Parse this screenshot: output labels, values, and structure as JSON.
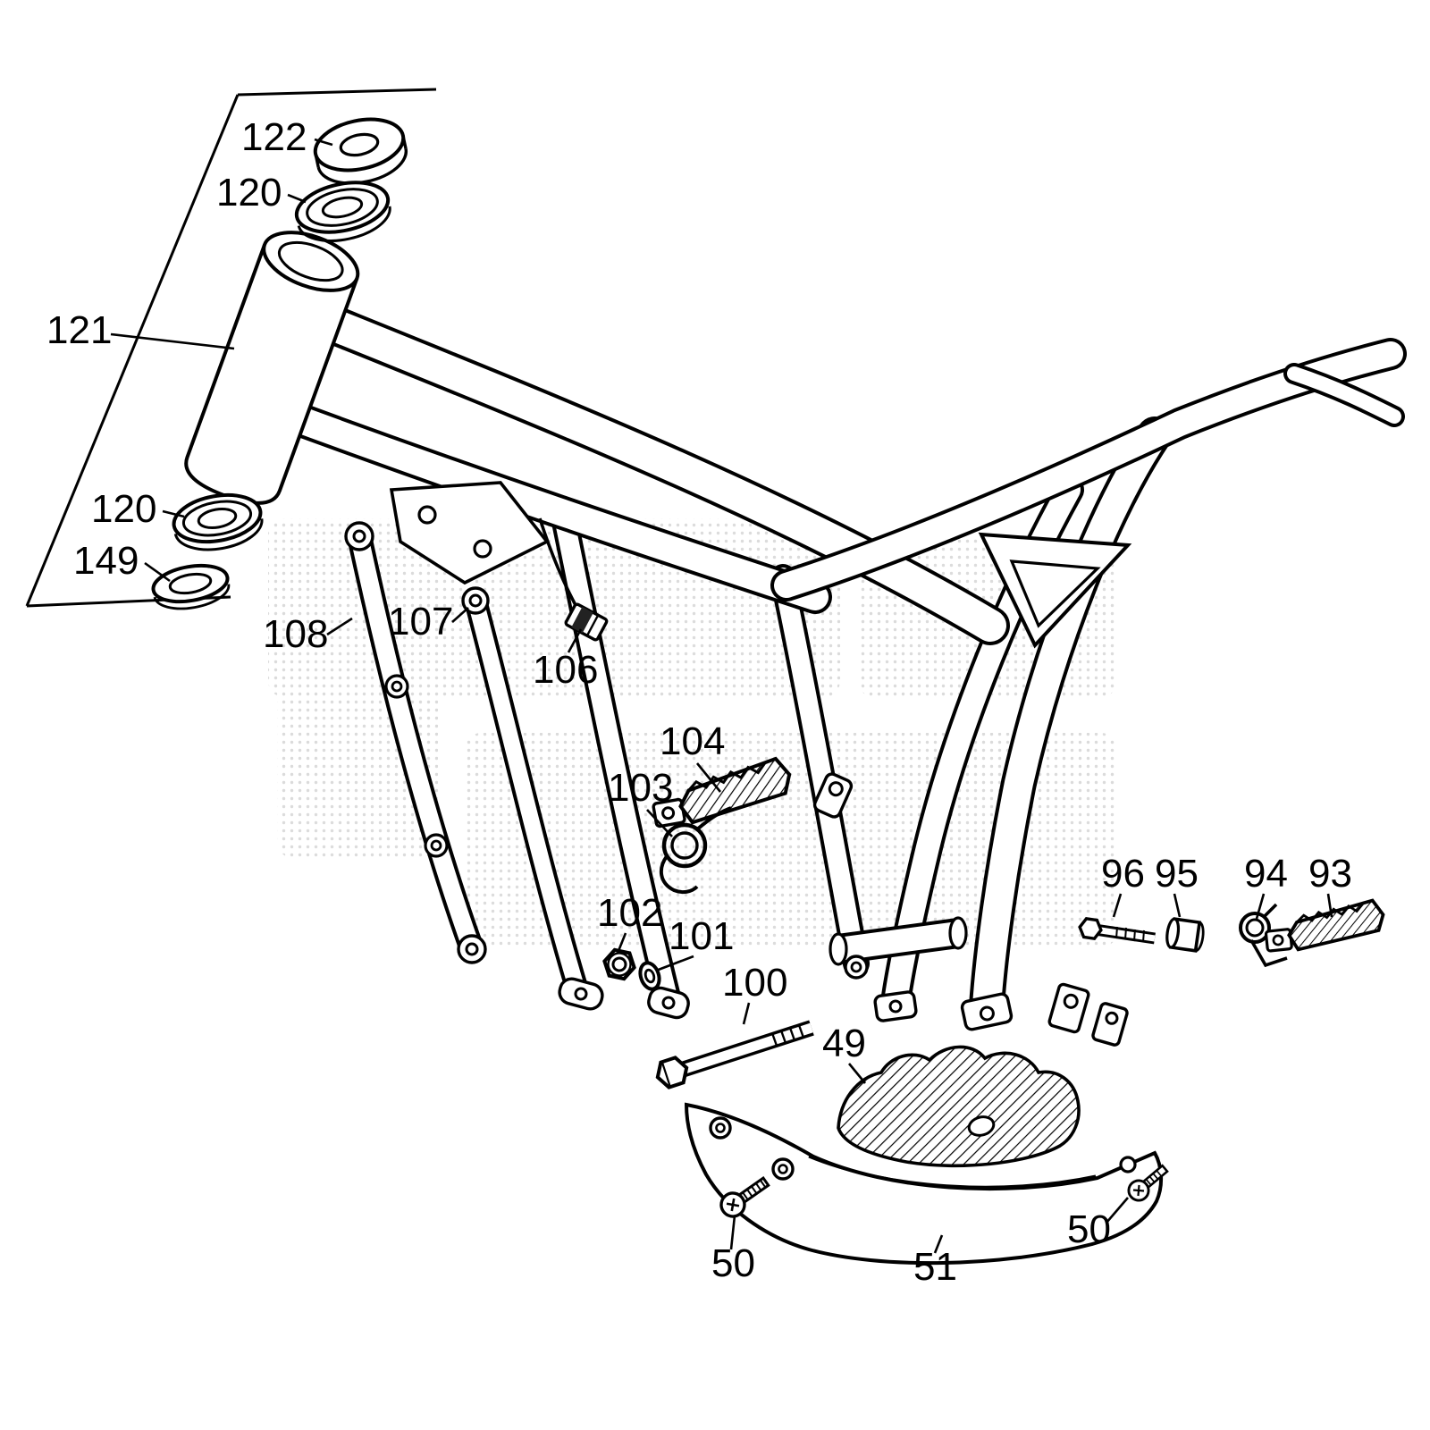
{
  "colors": {
    "ink": "#000000",
    "background": "#ffffff",
    "watermark_dots": "#b8b8b8"
  },
  "labels": [
    {
      "text": "122"
    },
    {
      "text": "120"
    },
    {
      "text": "121"
    },
    {
      "text": "120"
    },
    {
      "text": "149"
    },
    {
      "text": "108"
    },
    {
      "text": "107"
    },
    {
      "text": "106"
    },
    {
      "text": "104"
    },
    {
      "text": "103"
    },
    {
      "text": "102"
    },
    {
      "text": "101"
    },
    {
      "text": "100"
    },
    {
      "text": "49"
    },
    {
      "text": "96"
    },
    {
      "text": "95"
    },
    {
      "text": "94"
    },
    {
      "text": "93"
    },
    {
      "text": "50"
    },
    {
      "text": "51"
    },
    {
      "text": "50"
    }
  ]
}
